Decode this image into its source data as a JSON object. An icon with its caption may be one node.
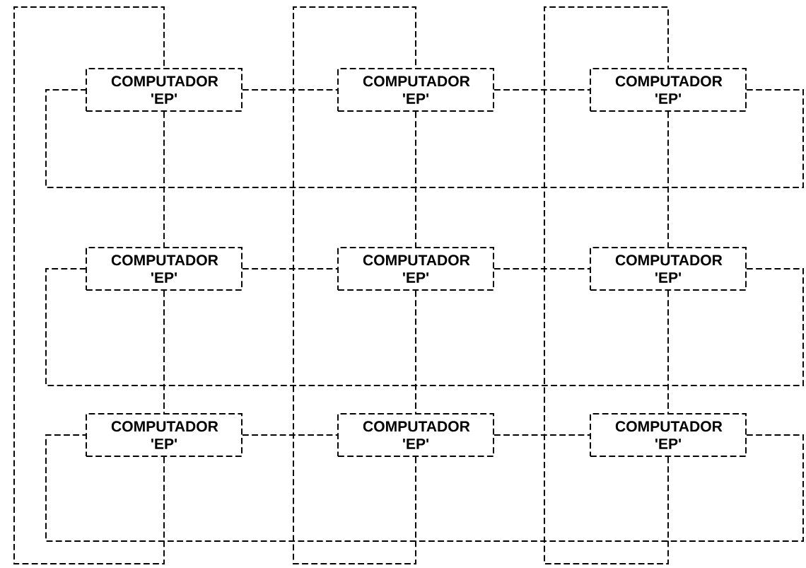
{
  "diagram": {
    "nodes": [
      {
        "text": [
          "COMPUTADOR 'EP'"
        ]
      },
      {
        "text": [
          "COMPUTADOR 'EP'"
        ]
      },
      {
        "text": [
          "COMPUTADOR 'EP'"
        ]
      },
      {
        "text": [
          "COMPUTADOR 'EP'"
        ]
      },
      {
        "text": [
          "COMPUTADOR 'EP'"
        ]
      },
      {
        "text": [
          "COMPUTADOR 'EP'"
        ]
      },
      {
        "text": [
          "COMPUTADOR 'EP'"
        ]
      },
      {
        "text": [
          "COMPUTADOR 'EP'"
        ]
      },
      {
        "text": [
          "COMPUTADOR 'EP'"
        ]
      }
    ],
    "edges": [
      {
        "from": 0,
        "to": 1,
        "arrow": "none",
        "style": "dashed"
      },
      {
        "from": 1,
        "to": 2,
        "arrow": "none",
        "style": "dashed"
      },
      {
        "from": 2,
        "to": 0,
        "arrow": "none",
        "style": "dashed"
      },
      {
        "from": 3,
        "to": 4,
        "arrow": "none",
        "style": "dashed"
      },
      {
        "from": 4,
        "to": 5,
        "arrow": "none",
        "style": "dashed"
      },
      {
        "from": 5,
        "to": 3,
        "arrow": "none",
        "style": "dashed"
      },
      {
        "from": 6,
        "to": 7,
        "arrow": "none",
        "style": "dashed"
      },
      {
        "from": 7,
        "to": 8,
        "arrow": "none",
        "style": "dashed"
      },
      {
        "from": 8,
        "to": 6,
        "arrow": "none",
        "style": "dashed"
      },
      {
        "from": 0,
        "to": 3,
        "arrow": "none",
        "style": "dashed"
      },
      {
        "from": 3,
        "to": 6,
        "arrow": "none",
        "style": "dashed"
      },
      {
        "from": 6,
        "to": 0,
        "arrow": "none",
        "style": "dashed"
      },
      {
        "from": 1,
        "to": 4,
        "arrow": "none",
        "style": "dashed"
      },
      {
        "from": 4,
        "to": 7,
        "arrow": "none",
        "style": "dashed"
      },
      {
        "from": 7,
        "to": 1,
        "arrow": "none",
        "style": "dashed"
      },
      {
        "from": 2,
        "to": 5,
        "arrow": "none",
        "style": "dashed"
      },
      {
        "from": 5,
        "to": 8,
        "arrow": "none",
        "style": "dashed"
      },
      {
        "from": 8,
        "to": 2,
        "arrow": "none",
        "style": "dashed"
      }
    ]
  }
}
